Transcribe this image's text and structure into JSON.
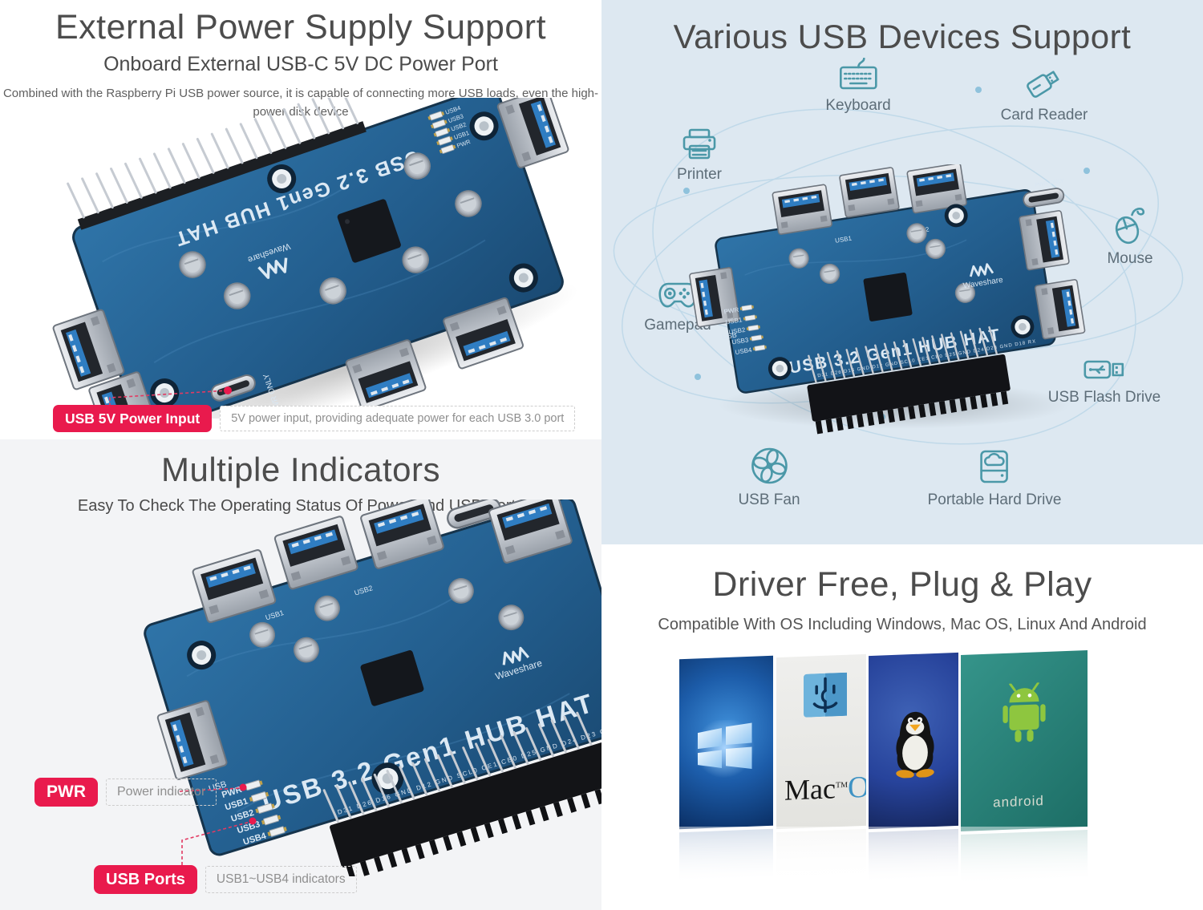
{
  "colors": {
    "accent_red": "#e91a4d",
    "devices_bg": "#dde8f1",
    "indicators_bg": "#f3f4f6",
    "pcb_blue": "#2a6a9e",
    "icon_teal": "#4b98a8",
    "title_gray": "#4c4c4c"
  },
  "power": {
    "title": "External Power Supply Support",
    "subtitle": "Onboard External USB-C 5V DC Power Port",
    "description": "Combined with the Raspberry Pi USB power source, it is capable of connecting more USB loads, even the high-power disk device",
    "callout": {
      "badge": "USB 5V Power Input",
      "note": "5V power input, providing adequate power for each USB 3.0 port"
    }
  },
  "devices": {
    "title": "Various USB Devices Support",
    "items": [
      {
        "label": "Keyboard",
        "icon": "keyboard-icon"
      },
      {
        "label": "Card Reader",
        "icon": "card-reader-icon"
      },
      {
        "label": "Printer",
        "icon": "printer-icon"
      },
      {
        "label": "Mouse",
        "icon": "mouse-icon"
      },
      {
        "label": "Gamepad",
        "icon": "gamepad-icon"
      },
      {
        "label": "USB Flash Drive",
        "icon": "usb-flash-drive-icon"
      },
      {
        "label": "USB Fan",
        "icon": "usb-fan-icon"
      },
      {
        "label": "Portable Hard Drive",
        "icon": "portable-hard-drive-icon"
      }
    ]
  },
  "indicators": {
    "title": "Multiple Indicators",
    "subtitle": "Easy To Check The Operating Status Of Power And USB Ports",
    "callout_pwr": {
      "badge": "PWR",
      "note": "Power indicator"
    },
    "callout_usb": {
      "badge": "USB Ports",
      "note": "USB1~USB4 indicators"
    }
  },
  "driver": {
    "title": "Driver Free, Plug & Play",
    "subtitle": "Compatible With OS Including Windows, Mac OS, Linux And Android",
    "os_panels": [
      {
        "name": "Windows"
      },
      {
        "name": "Mac OS",
        "label_mac": "Mac",
        "label_tm": "TM",
        "label_os": "OS"
      },
      {
        "name": "Linux"
      },
      {
        "name": "Android",
        "label": "android"
      }
    ]
  },
  "board": {
    "silkscreen": "USB 3.2 Gen1 HUB HAT",
    "brand": "Waveshare",
    "pwr_only": "PWR ONLY",
    "usb_port_label": "USB",
    "led_labels": [
      "PWR",
      "USB1",
      "USB2",
      "USB3",
      "USB4"
    ],
    "led_labels_reversed": [
      "USB4",
      "USB3",
      "USB2",
      "USB1",
      "PWR"
    ],
    "gpio_pin_labels": "D31 D26 D16 GND D12 GND SCL0 CE1 CE0 D25 GND D24 D23 GND D18 RX"
  }
}
